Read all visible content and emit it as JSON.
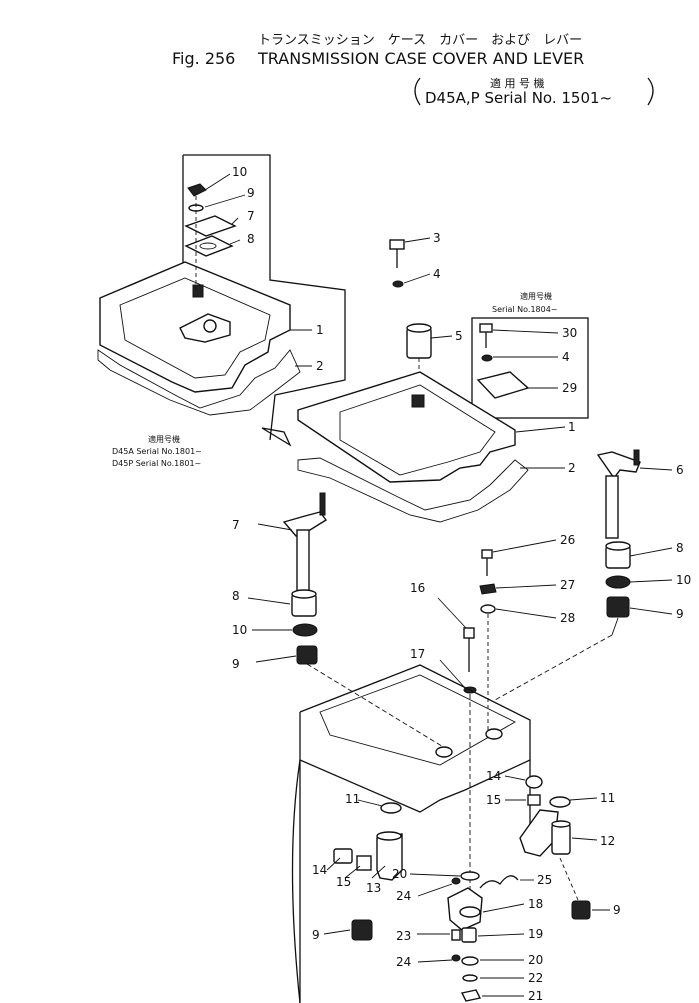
{
  "header": {
    "jp_title": "トランスミッション　ケース　カバー　および　レバー",
    "fig_label": "Fig. 256",
    "title": "TRANSMISSION CASE COVER AND LEVER",
    "applicability_jp": "適 用 号 機",
    "applicability": "D45A,P Serial No. 1501~"
  },
  "notes": {
    "inset_right_jp": "適用号機",
    "inset_right_serial": "Serial No.1804~",
    "left_jp": "適用号機",
    "left_serial_a": "D45A  Serial No.1801~",
    "left_serial_p": "D45P  Serial No.1801~"
  },
  "callouts": [
    "10",
    "9",
    "7",
    "8",
    "1",
    "2",
    "3",
    "4",
    "5",
    "30",
    "4",
    "29",
    "1",
    "2",
    "6",
    "7",
    "8",
    "10",
    "9",
    "26",
    "27",
    "28",
    "8",
    "10",
    "9",
    "16",
    "17",
    "11",
    "14",
    "15",
    "11",
    "12",
    "14",
    "15",
    "13",
    "20",
    "24",
    "25",
    "18",
    "9",
    "9",
    "23",
    "19",
    "24",
    "20",
    "22",
    "21"
  ]
}
